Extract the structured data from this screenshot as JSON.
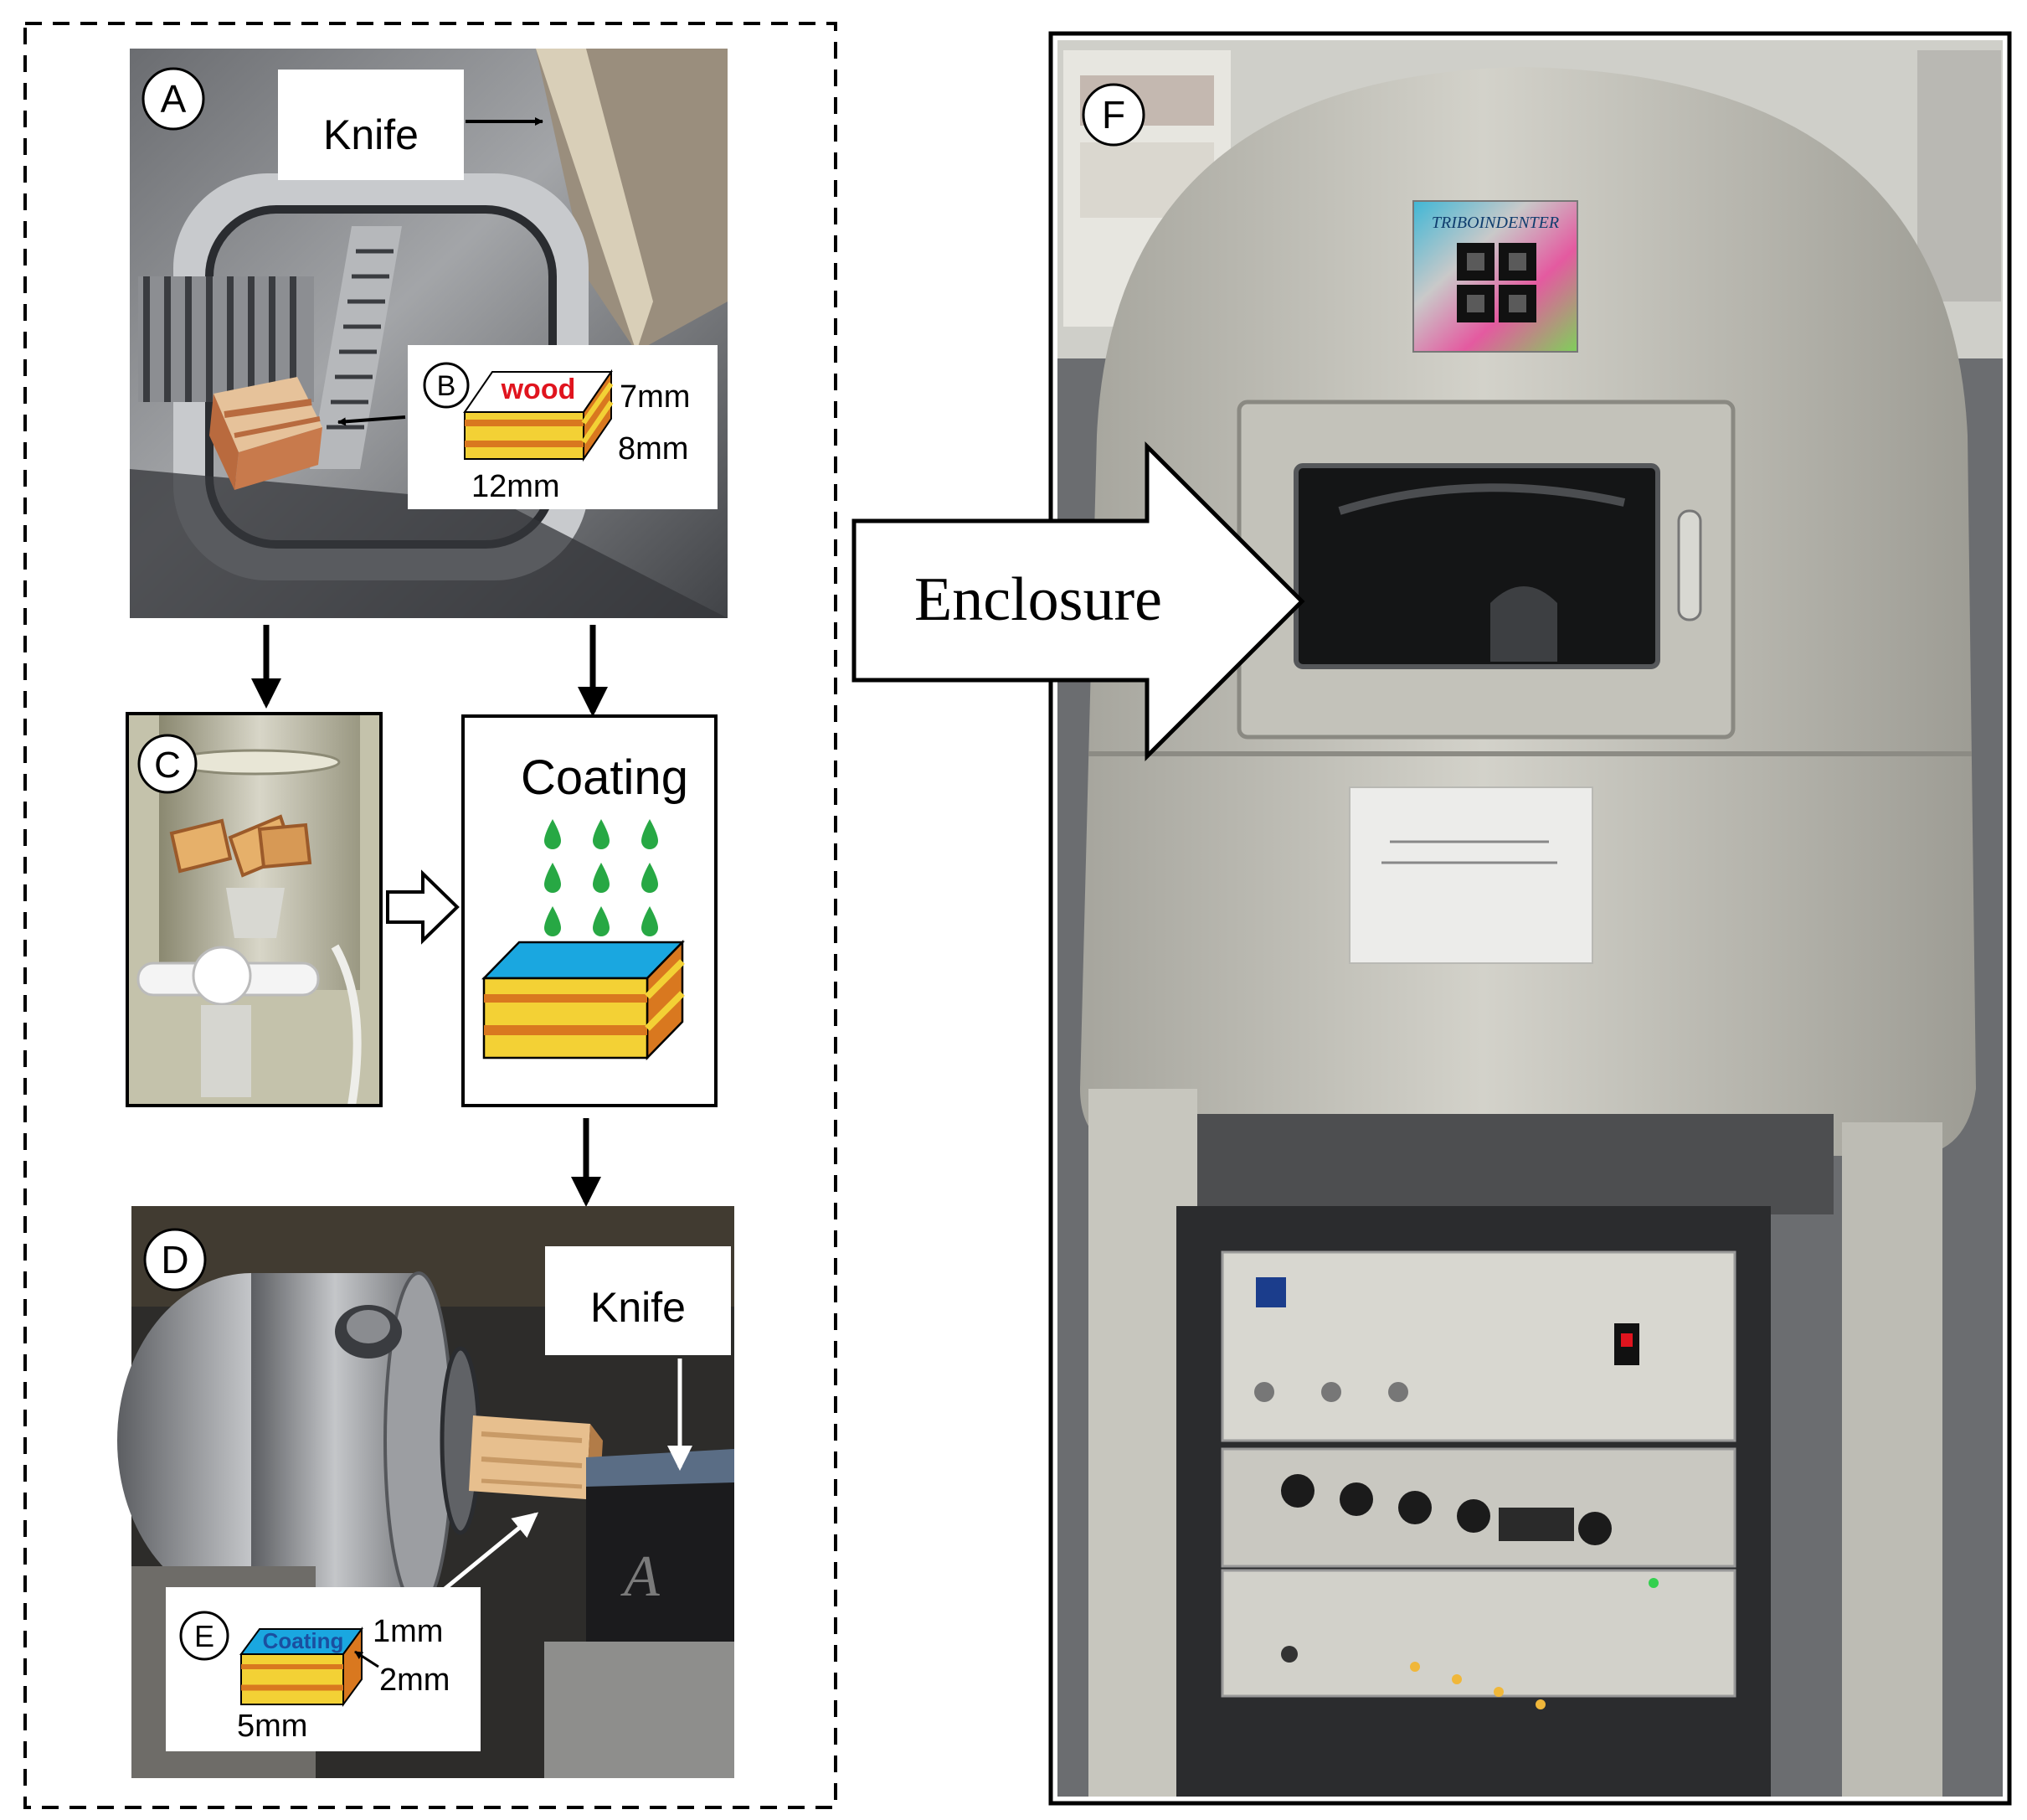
{
  "panels": {
    "A": {
      "letter": "A",
      "knife_label": "Knife"
    },
    "B": {
      "letter": "B",
      "material": "wood",
      "dim_height": "7mm",
      "dim_depth": "8mm",
      "dim_length": "12mm"
    },
    "C": {
      "letter": "C"
    },
    "coating_box": {
      "title": "Coating"
    },
    "D": {
      "letter": "D",
      "knife_label": "Knife"
    },
    "E": {
      "letter": "E",
      "material": "Coating",
      "dim_top": "1mm",
      "dim_side": "2mm",
      "dim_length": "5mm"
    },
    "F": {
      "letter": "F",
      "enclosure_label": "Enclosure",
      "brand_text": "TRIBOINDENTER"
    }
  },
  "colors": {
    "wood_light": "#f3d135",
    "wood_dark": "#d9781f",
    "wood_label": "#e0141e",
    "coating_blue": "#1aa7e0",
    "droplet_green": "#27a844",
    "machine_grey": "#c9c8bf"
  }
}
